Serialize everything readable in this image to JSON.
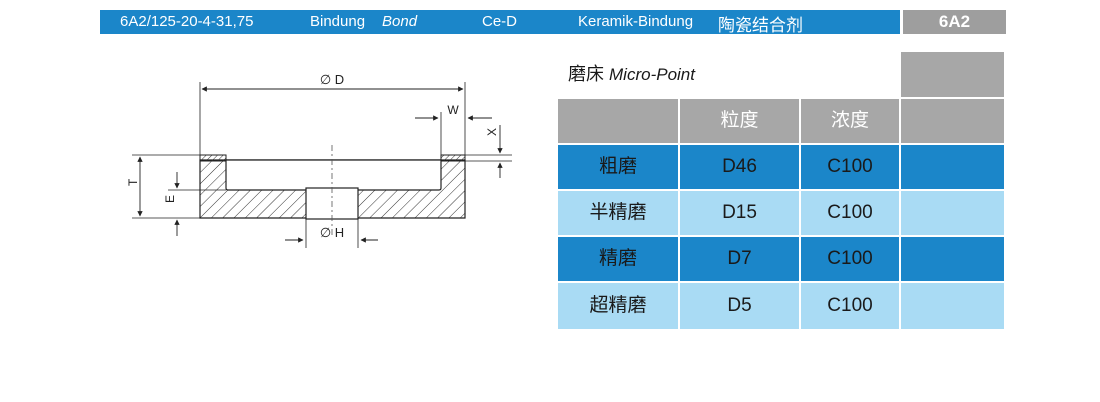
{
  "header": {
    "spec": "6A2/125-20-4-31,75",
    "bond_label_de": "Bindung",
    "bond_label_en": "Bond",
    "bond_code": "Ce-D",
    "bond_name_de": "Keramik-Bindung",
    "bond_name_zh": "陶瓷结合剂",
    "product_code": "6A2"
  },
  "diagram": {
    "labels": {
      "diameter": "∅ D",
      "width": "W",
      "x": "X",
      "thickness": "T",
      "e": "E",
      "hole": "∅ H"
    }
  },
  "table": {
    "title_zh": "磨床",
    "title_en": "Micro-Point",
    "columns": [
      "粒度",
      "浓度"
    ],
    "rows": [
      {
        "name": "粗磨",
        "grit": "D46",
        "concentration": "C100"
      },
      {
        "name": "半精磨",
        "grit": "D15",
        "concentration": "C100"
      },
      {
        "name": "精磨",
        "grit": "D7",
        "concentration": "C100"
      },
      {
        "name": "超精磨",
        "grit": "D5",
        "concentration": "C100"
      }
    ]
  },
  "colors": {
    "accent_blue": "#1b86c9",
    "light_blue": "#a9dbf4",
    "gray": "#a7a7a7"
  }
}
